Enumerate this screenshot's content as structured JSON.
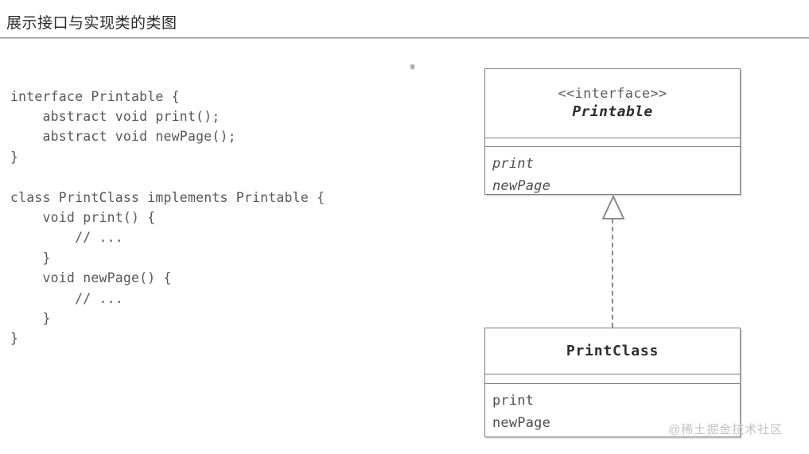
{
  "header": {
    "title": "展示接口与实现类的类图"
  },
  "code": {
    "language": "java",
    "text": "interface Printable {\n    abstract void print();\n    abstract void newPage();\n}\n\nclass PrintClass implements Printable {\n    void print() {\n        // ...\n    }\n    void newPage() {\n        // ...\n    }\n}"
  },
  "diagram": {
    "type": "uml-class-diagram",
    "classes": [
      {
        "id": "printable",
        "stereotype": "<<interface>>",
        "name": "Printable",
        "name_style": "bold-italic",
        "attributes": [],
        "operations": [
          "print",
          "newPage"
        ],
        "operations_style": "italic"
      },
      {
        "id": "printclass",
        "stereotype": "",
        "name": "PrintClass",
        "name_style": "bold",
        "attributes": [],
        "operations": [
          "print",
          "newPage"
        ],
        "operations_style": "plain"
      }
    ],
    "relationships": [
      {
        "type": "realization",
        "from": "printclass",
        "to": "printable",
        "line": "dashed",
        "arrowhead": "hollow-triangle"
      }
    ]
  },
  "watermark": {
    "text": "@稀土掘金技术社区"
  },
  "colors": {
    "background": "#ffffff",
    "rule": "#8f8f8f",
    "code_text": "#575757",
    "box_border": "#7d7d7d",
    "title_text": "#2b2b2b",
    "watermark_text": "#c3c3c3"
  }
}
